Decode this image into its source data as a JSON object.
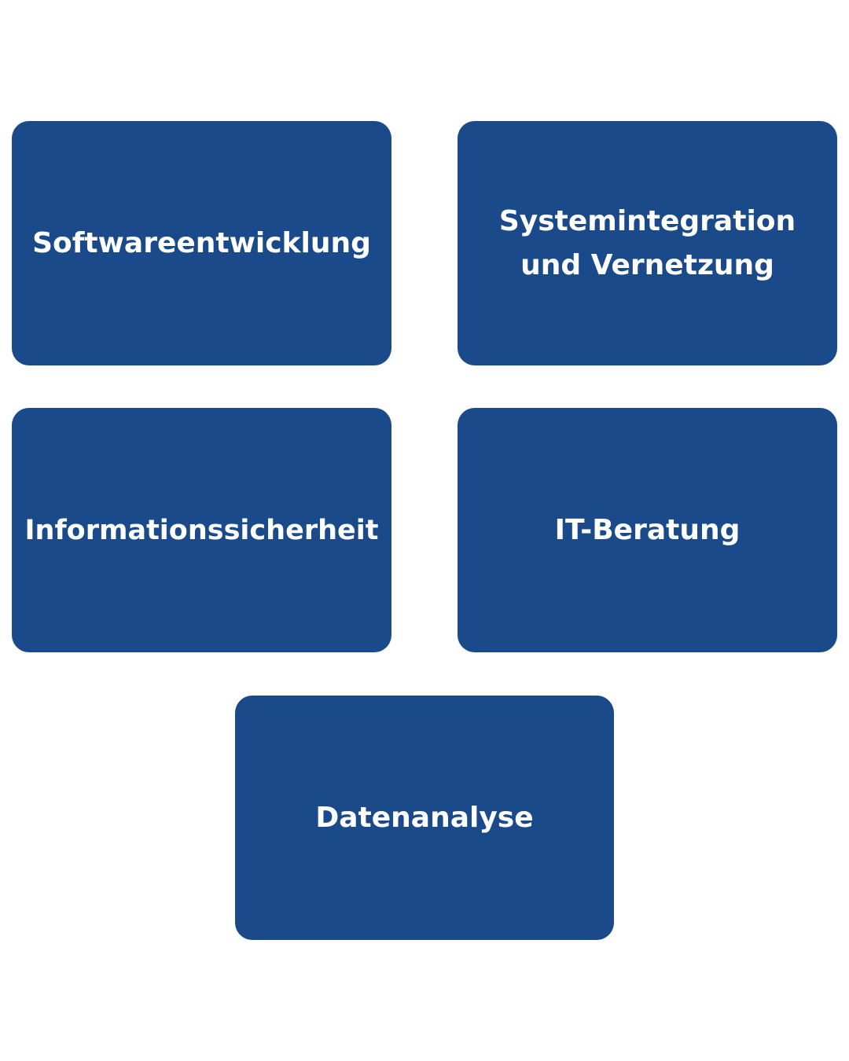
{
  "theme": {
    "card_color": "#1a4a8a",
    "text_color": "#ffffff",
    "background": "#ffffff"
  },
  "cards": [
    {
      "label": "Softwareentwicklung"
    },
    {
      "label": "Systemintegration und Vernetzung"
    },
    {
      "label": "Informationssicherheit"
    },
    {
      "label": "IT-Beratung"
    },
    {
      "label": "Datenanalyse"
    }
  ]
}
